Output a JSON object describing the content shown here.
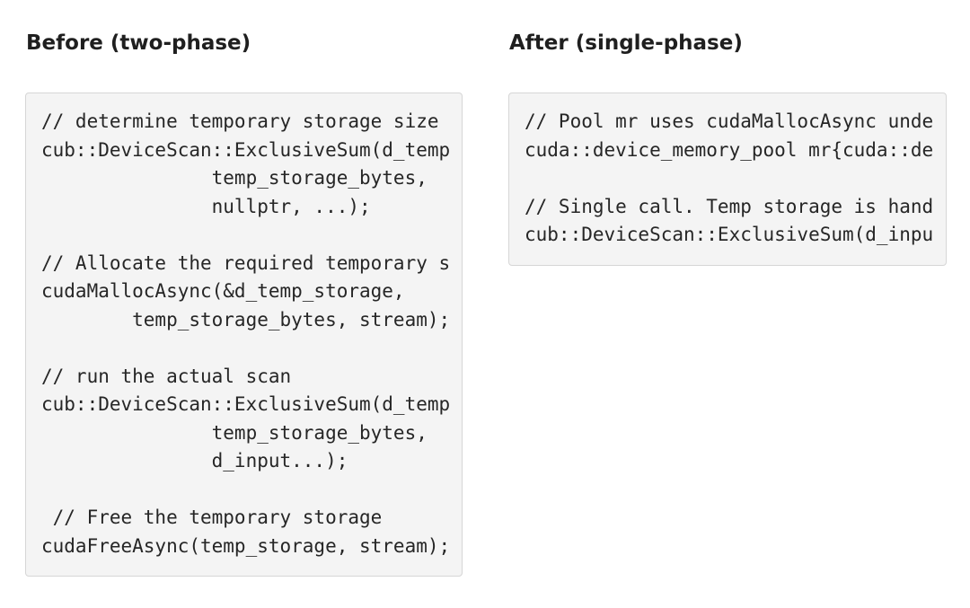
{
  "before": {
    "title": "Before (two-phase)",
    "code_lines": [
      "// determine temporary storage size",
      "cub::DeviceScan::ExclusiveSum(d_temp",
      "               temp_storage_bytes,",
      "               nullptr, ...);",
      "",
      "// Allocate the required temporary s",
      "cudaMallocAsync(&d_temp_storage,",
      "        temp_storage_bytes, stream);",
      "",
      "// run the actual scan",
      "cub::DeviceScan::ExclusiveSum(d_temp",
      "               temp_storage_bytes,",
      "               d_input...);",
      "",
      " // Free the temporary storage",
      "cudaFreeAsync(temp_storage, stream);"
    ]
  },
  "after": {
    "title": "After (single-phase)",
    "code_lines": [
      "// Pool mr uses cudaMallocAsync unde",
      "cuda::device_memory_pool mr{cuda::de",
      "",
      "// Single call. Temp storage is hand",
      "cub::DeviceScan::ExclusiveSum(d_inpu"
    ]
  }
}
